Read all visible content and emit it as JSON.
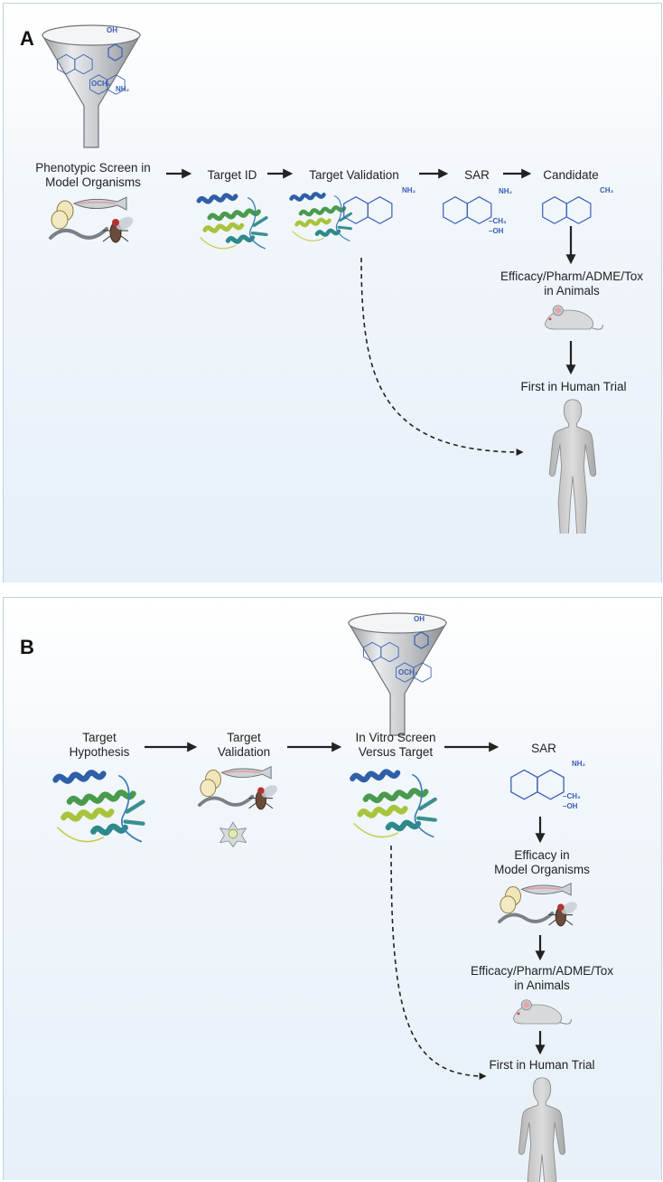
{
  "panel_a": {
    "letter": "A",
    "screen": [
      "Phenotypic Screen in",
      "Model Organisms"
    ],
    "target_id": "Target ID",
    "target_validation": "Target Validation",
    "sar": "SAR",
    "candidate": "Candidate",
    "efficacy": [
      "Efficacy/Pharm/ADME/Tox",
      "in Animals"
    ],
    "human": "First in Human Trial"
  },
  "panel_b": {
    "letter": "B",
    "hypothesis": [
      "Target",
      "Hypothesis"
    ],
    "validation": [
      "Target",
      "Validation"
    ],
    "screen": [
      "In Vitro Screen",
      "Versus Target"
    ],
    "sar": "SAR",
    "efficacy_models": [
      "Efficacy in",
      "Model Organisms"
    ],
    "efficacy": [
      "Efficacy/Pharm/ADME/Tox",
      "in Animals"
    ],
    "human": "First in Human Trial"
  },
  "chem": {
    "nh2": "NH₂",
    "ch3_sub": "–CH₃",
    "oh_sub": "–OH",
    "ch3": "CH₃",
    "oh": "OH",
    "och3": "OCH₃"
  },
  "colors": {
    "molecule": "#3a5db5",
    "panel_border": "#bcd3e3",
    "arrow": "#222222"
  }
}
